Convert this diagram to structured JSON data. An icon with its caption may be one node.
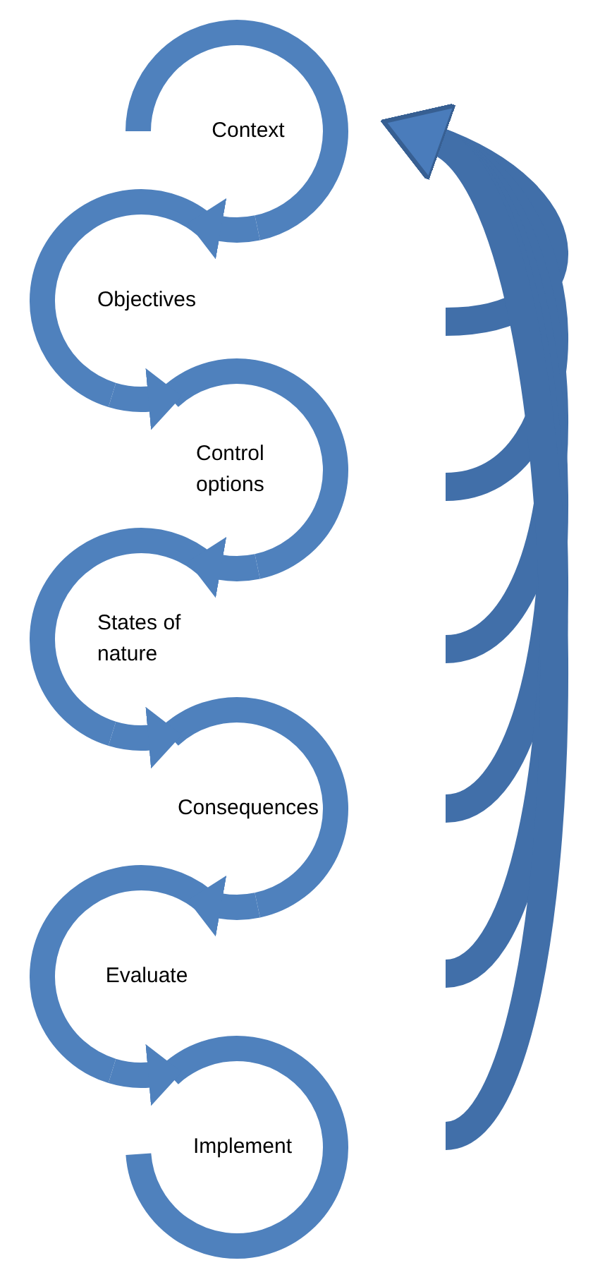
{
  "diagram": {
    "nodes": [
      {
        "text": [
          "Context"
        ]
      },
      {
        "text": [
          "Objectives"
        ]
      },
      {
        "text": [
          "Control options"
        ]
      },
      {
        "text": [
          "States of nature"
        ]
      },
      {
        "text": [
          "Consequences"
        ]
      },
      {
        "text": [
          "Evaluate"
        ]
      },
      {
        "text": [
          "Implement"
        ]
      }
    ],
    "edges": [
      {
        "from": 0,
        "to": 1,
        "arrow": "to"
      },
      {
        "from": 1,
        "to": 2,
        "arrow": "to"
      },
      {
        "from": 2,
        "to": 3,
        "arrow": "to"
      },
      {
        "from": 3,
        "to": 4,
        "arrow": "to"
      },
      {
        "from": 4,
        "to": 5,
        "arrow": "to"
      },
      {
        "from": 5,
        "to": 6,
        "arrow": "to"
      },
      {
        "from": null,
        "to": 0,
        "arrow": "to",
        "color": "#416fa9"
      },
      {
        "from": null,
        "to": 0,
        "arrow": "to",
        "color": "#416fa9"
      },
      {
        "from": null,
        "to": 0,
        "arrow": "to",
        "color": "#416fa9"
      },
      {
        "from": null,
        "to": 0,
        "arrow": "to",
        "color": "#416fa9"
      },
      {
        "from": null,
        "to": 0,
        "arrow": "to",
        "color": "#416fa9"
      },
      {
        "from": null,
        "to": 0,
        "arrow": "to",
        "color": "#416fa9"
      }
    ]
  }
}
